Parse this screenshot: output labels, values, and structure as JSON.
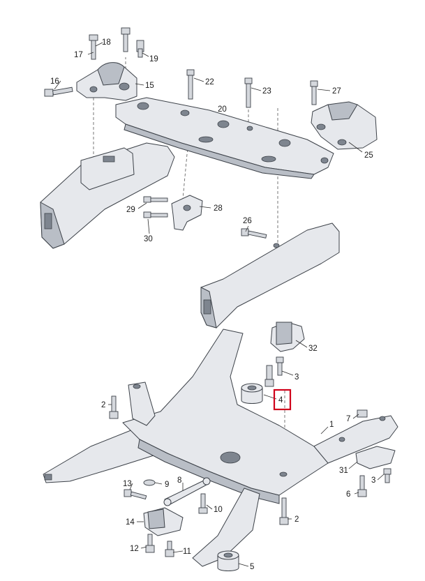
{
  "diagram": {
    "labels": [
      {
        "id": "l17",
        "text": "17"
      },
      {
        "id": "l18",
        "text": "18"
      },
      {
        "id": "l19",
        "text": "19"
      },
      {
        "id": "l16",
        "text": "16"
      },
      {
        "id": "l15",
        "text": "15"
      },
      {
        "id": "l22",
        "text": "22"
      },
      {
        "id": "l23",
        "text": "23"
      },
      {
        "id": "l27",
        "text": "27"
      },
      {
        "id": "l20",
        "text": "20"
      },
      {
        "id": "l25",
        "text": "25"
      },
      {
        "id": "l29",
        "text": "29"
      },
      {
        "id": "l28",
        "text": "28"
      },
      {
        "id": "l30",
        "text": "30"
      },
      {
        "id": "l26",
        "text": "26"
      },
      {
        "id": "l32",
        "text": "32"
      },
      {
        "id": "l3a",
        "text": "3"
      },
      {
        "id": "l4",
        "text": "4"
      },
      {
        "id": "l2a",
        "text": "2"
      },
      {
        "id": "l7",
        "text": "7"
      },
      {
        "id": "l1",
        "text": "1"
      },
      {
        "id": "l31",
        "text": "31"
      },
      {
        "id": "l3b",
        "text": "3"
      },
      {
        "id": "l6",
        "text": "6"
      },
      {
        "id": "l13",
        "text": "13"
      },
      {
        "id": "l9",
        "text": "9"
      },
      {
        "id": "l8",
        "text": "8"
      },
      {
        "id": "l10",
        "text": "10"
      },
      {
        "id": "l2b",
        "text": "2"
      },
      {
        "id": "l14",
        "text": "14"
      },
      {
        "id": "l12",
        "text": "12"
      },
      {
        "id": "l11",
        "text": "11"
      },
      {
        "id": "l5",
        "text": "5"
      }
    ],
    "highlighted_part": "4",
    "highlight_color": "#d0021b"
  }
}
